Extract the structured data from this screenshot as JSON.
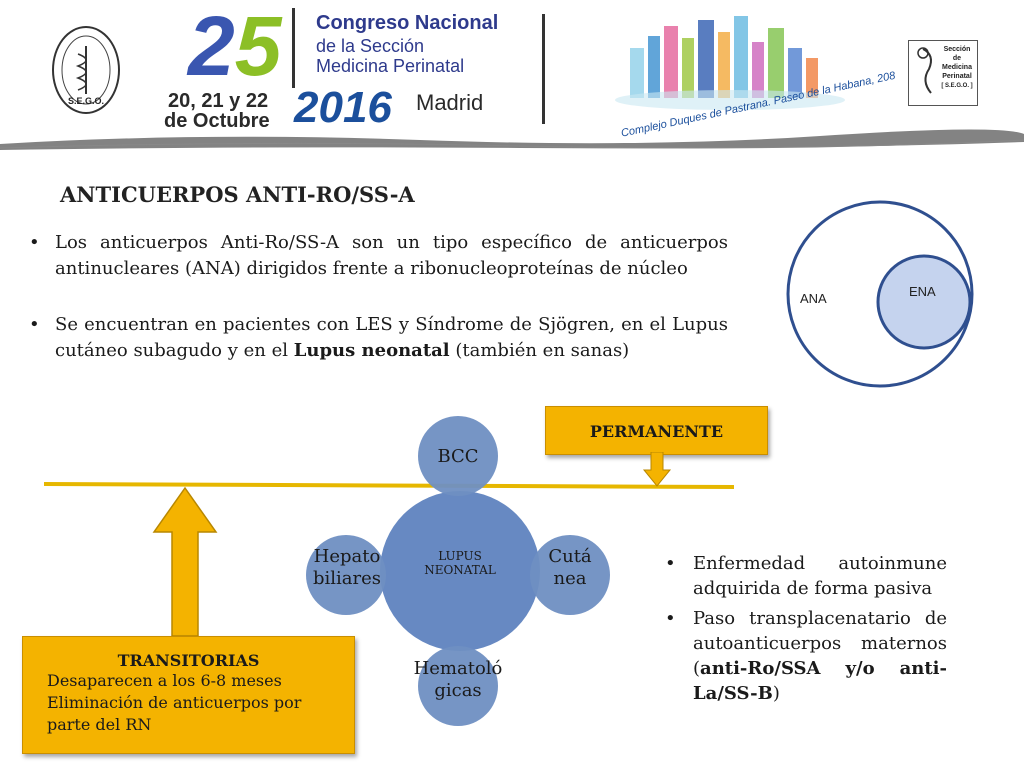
{
  "banner": {
    "seal_left_text": "S.E.G.O.",
    "big_number": "25",
    "dates_line1": "20, 21 y 22",
    "dates_line2": "de Octubre",
    "year": "2016",
    "congress_line1": "Congreso Nacional",
    "congress_line2": "de la Sección",
    "congress_line3": "Medicina Perinatal",
    "city": "Madrid",
    "venue": "Complejo Duques de Pastrana. Paseo de la Habana, 208",
    "seal_right_title": "Sección de Medicina Perinatal",
    "seal_right_sub": "[ S.E.G.O. ]"
  },
  "slide": {
    "title": "ANTICUERPOS ANTI-RO/SS-A",
    "bullets": [
      {
        "text_plain": "Los anticuerpos Anti-Ro/SS-A son un tipo específico de anticuerpos antinucleares (ANA) dirigidos frente a ribonucleoproteínas de núcleo"
      },
      {
        "text_before": "Se encuentran en pacientes con LES y Síndrome de Sjögren, en el Lupus cutáneo subagudo y en el ",
        "text_bold": "Lupus neonatal",
        "text_after": " (también en sanas)"
      }
    ],
    "bullet_symbol": "•"
  },
  "venn": {
    "outer_label": "ANA",
    "inner_label": "ENA",
    "outer_stroke": "#2f4f8f",
    "inner_fill": "#c5d3ee"
  },
  "permanent_box": {
    "label": "PERMANENTE",
    "color": "#f4b300"
  },
  "transient_box": {
    "heading": "TRANSITORIAS",
    "lines": [
      "Desaparecen a los 6-8 meses",
      "Eliminación de anticuerpos por",
      "parte del RN"
    ],
    "color": "#f4b300"
  },
  "cycle": {
    "center": "LUPUS NEONATAL",
    "center_line1": "LUPUS",
    "center_line2": "NEONATAL",
    "nodes": {
      "top": "BCC",
      "right_line1": "Cutá",
      "right_line2": "nea",
      "bottom_line1": "Hematoló",
      "bottom_line2": "gicas",
      "left_line1": "Hepato",
      "left_line2": "biliares"
    },
    "color_node": "#6f8fc2",
    "color_center": "#5a7fbd"
  },
  "right_bullets": [
    {
      "text": "Enfermedad autoinmune adquirida de forma pasiva"
    },
    {
      "text_before": "Paso transplacenatario de autoanticuerpos maternos (",
      "text_bold": "anti-Ro/SSA y/o anti-La/SS-B",
      "text_after": ")"
    }
  ],
  "accent_line_color": "#e6b700"
}
